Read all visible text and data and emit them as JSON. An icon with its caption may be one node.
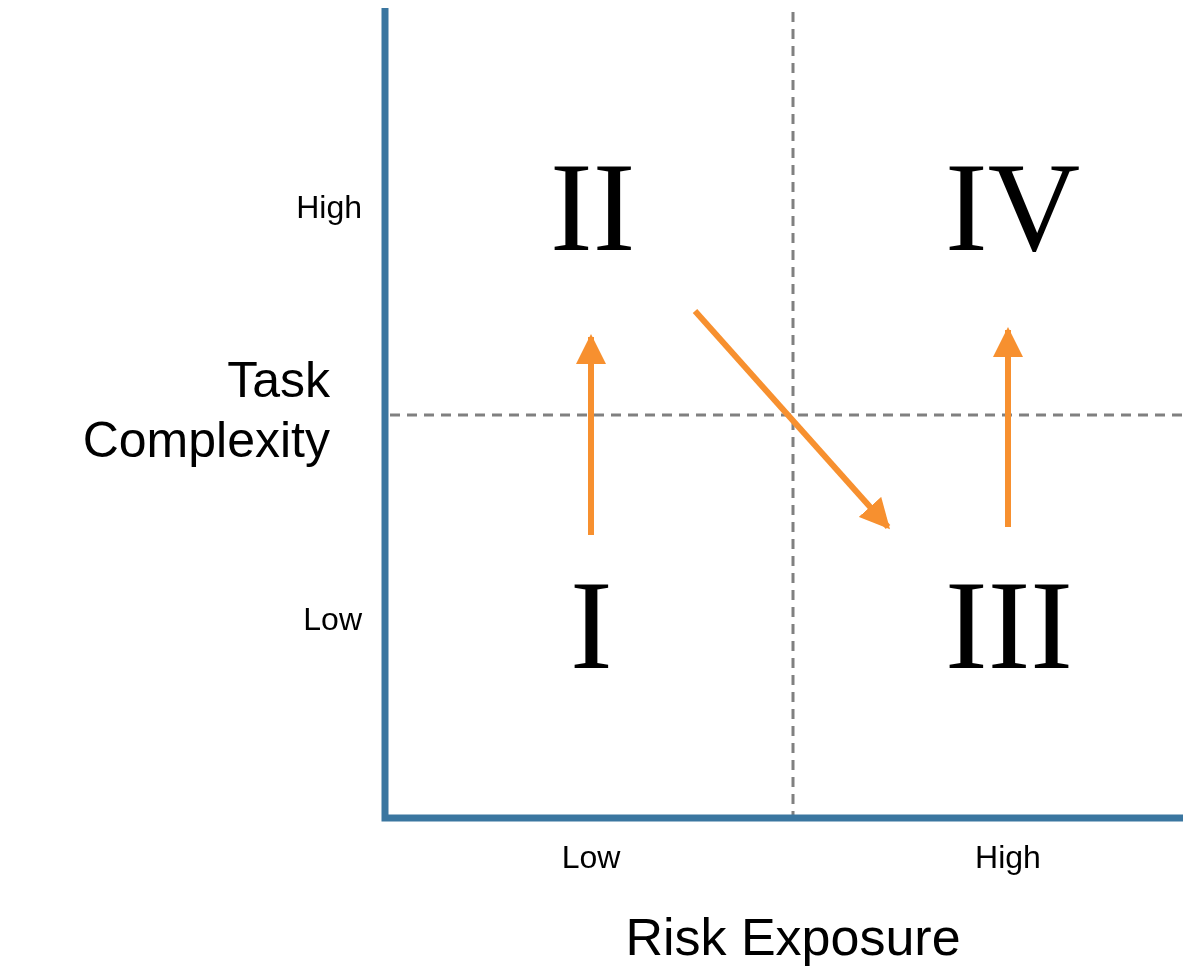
{
  "diagram": {
    "nodes": [
      {
        "text": [
          "II"
        ]
      },
      {
        "text": [
          "IV"
        ]
      },
      {
        "text": [
          "I"
        ]
      },
      {
        "text": [
          "III"
        ]
      }
    ],
    "edges": [
      {
        "from": 2,
        "to": 0,
        "arrow": "to"
      },
      {
        "from": 0,
        "to": 3,
        "arrow": "to"
      },
      {
        "from": 3,
        "to": 1,
        "arrow": "to"
      }
    ],
    "labels": [
      "High",
      "Task Complexity",
      "Low",
      "Low",
      "High",
      "Risk Exposure"
    ]
  }
}
